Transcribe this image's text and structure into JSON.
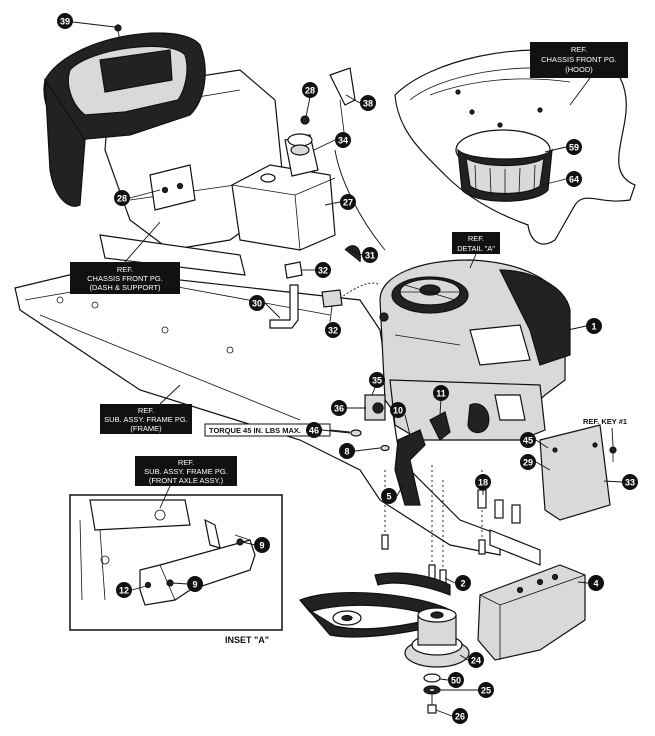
{
  "callouts": [
    {
      "id": "c39",
      "num": "39"
    },
    {
      "id": "c28a",
      "num": "28"
    },
    {
      "id": "c28b",
      "num": "28"
    },
    {
      "id": "c38",
      "num": "38"
    },
    {
      "id": "c34",
      "num": "34"
    },
    {
      "id": "c27",
      "num": "27"
    },
    {
      "id": "c59",
      "num": "59"
    },
    {
      "id": "c64",
      "num": "64"
    },
    {
      "id": "c31",
      "num": "31"
    },
    {
      "id": "c32a",
      "num": "32"
    },
    {
      "id": "c32b",
      "num": "32"
    },
    {
      "id": "c30",
      "num": "30"
    },
    {
      "id": "c1",
      "num": "1"
    },
    {
      "id": "c35",
      "num": "35"
    },
    {
      "id": "c36",
      "num": "36"
    },
    {
      "id": "c10",
      "num": "10"
    },
    {
      "id": "c11",
      "num": "11"
    },
    {
      "id": "c46",
      "num": "46"
    },
    {
      "id": "c8",
      "num": "8"
    },
    {
      "id": "c45",
      "num": "45"
    },
    {
      "id": "c29",
      "num": "29"
    },
    {
      "id": "c33",
      "num": "33"
    },
    {
      "id": "c5",
      "num": "5"
    },
    {
      "id": "c18",
      "num": "18"
    },
    {
      "id": "c9a",
      "num": "9"
    },
    {
      "id": "c9b",
      "num": "9"
    },
    {
      "id": "c12",
      "num": "12"
    },
    {
      "id": "c2",
      "num": "2"
    },
    {
      "id": "c4",
      "num": "4"
    },
    {
      "id": "c24",
      "num": "24"
    },
    {
      "id": "c50",
      "num": "50"
    },
    {
      "id": "c25",
      "num": "25"
    },
    {
      "id": "c26",
      "num": "26"
    }
  ],
  "ref_labels": {
    "hood": [
      "REF.",
      "CHASSIS FRONT PG.",
      "(HOOD)"
    ],
    "detail_a": [
      "REF.",
      "DETAIL \"A\""
    ],
    "dash": [
      "REF.",
      "CHASSIS FRONT PG.",
      "(DASH & SUPPORT)"
    ],
    "frame": [
      "REF.",
      "SUB. ASSY. FRAME PG.",
      "(FRAME)"
    ],
    "front_axle": [
      "REF.",
      "SUB. ASSY. FRAME PG.",
      "(FRONT AXLE ASSY.)"
    ],
    "key": "REF. KEY #1"
  },
  "torque_note": "TORQUE 45 IN. LBS MAX.",
  "inset_label": "INSET \"A\"",
  "colors": {
    "ink": "#111111",
    "paper": "#ffffff",
    "shade": "#d9d9d9"
  }
}
